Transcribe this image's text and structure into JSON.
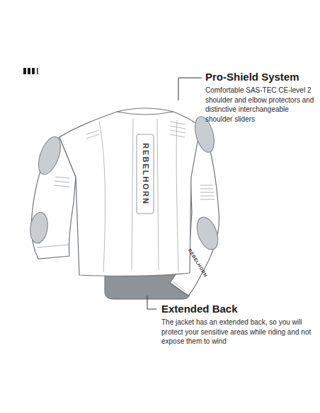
{
  "diagram": {
    "labels": [
      "Pro-Shield System",
      "Comfortable SAS-TEC CE-level 2 shoulder and elbow protectors and distinctive interchangeable shoulder sliders",
      "Extended Back",
      "The jacket has an extended back, so you will protect your sensitive areas while riding and not expose them to wind",
      "REBELHORN",
      "REBELHORN"
    ]
  }
}
